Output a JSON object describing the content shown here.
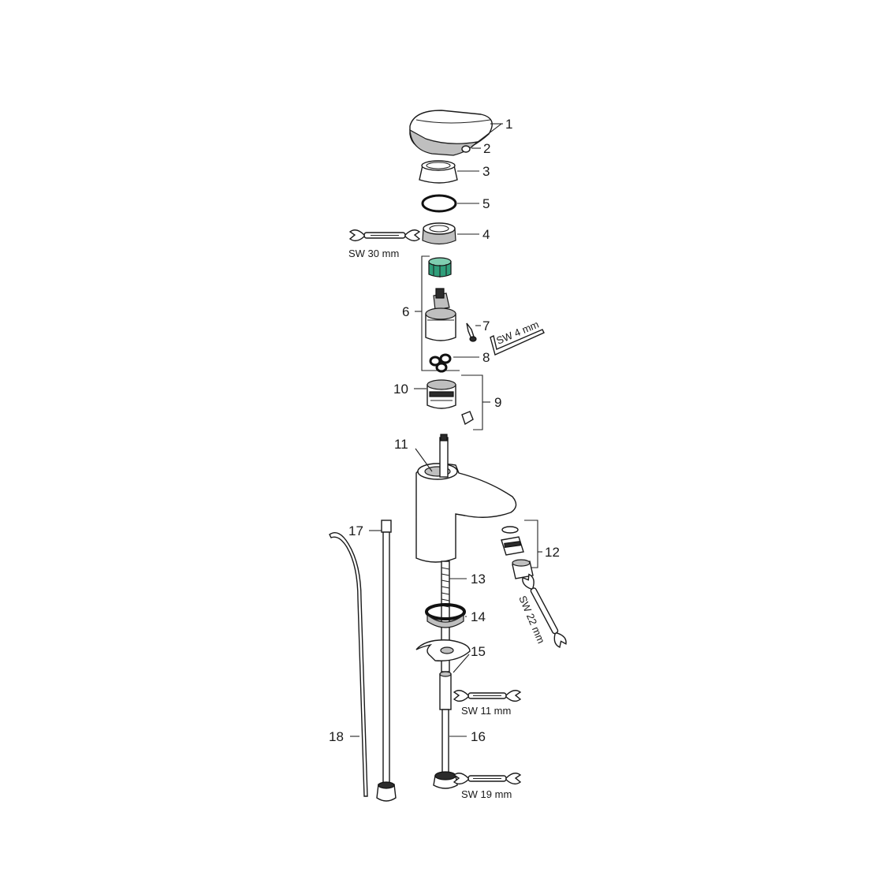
{
  "part_labels": {
    "p1": "1",
    "p2": "2",
    "p3": "3",
    "p4": "4",
    "p5": "5",
    "p6": "6",
    "p7": "7",
    "p8": "8",
    "p9": "9",
    "p10": "10",
    "p11": "11",
    "p12": "12",
    "p13": "13",
    "p14": "14",
    "p15": "15",
    "p16": "16",
    "p17": "17",
    "p18": "18"
  },
  "wrench_labels": {
    "sw30": "SW 30 mm",
    "sw4": "SW 4 mm",
    "sw22": "SW 22 mm",
    "sw11": "SW 11 mm",
    "sw19": "SW 19 mm"
  },
  "colors": {
    "line": "#222222",
    "cartridge_accent": "#2f9e7a"
  }
}
